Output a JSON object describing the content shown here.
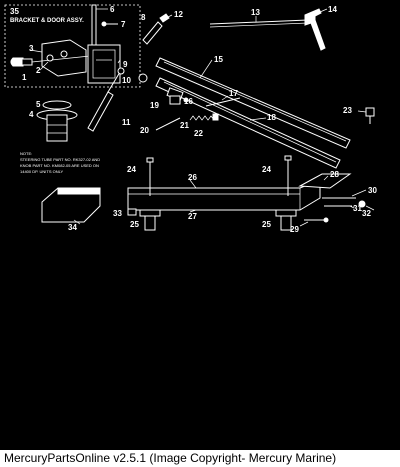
{
  "caption": "MercuryPartsOnline v2.5.1 (Image Copyright- Mercury Marine)",
  "assembly": {
    "number": "35",
    "title": "BRACKET & DOOR ASSY."
  },
  "note": {
    "line1": "NOTE:",
    "line2": "STEERING TUBE PART NO. RK327-02 AND",
    "line3": "KNOB PART NO. KM082-05 ARE USED ON",
    "line4": "14400 DP. UNITS ONLY"
  },
  "callouts": [
    "1",
    "2",
    "3",
    "4",
    "5",
    "6",
    "7",
    "8",
    "9",
    "10",
    "11",
    "12",
    "13",
    "14",
    "15",
    "16",
    "17",
    "18",
    "19",
    "20",
    "21",
    "22",
    "23",
    "24",
    "24",
    "25",
    "25",
    "26",
    "27",
    "28",
    "29",
    "30",
    "31",
    "32",
    "33",
    "34"
  ],
  "colors": {
    "background": "#000000",
    "lines": "#ffffff",
    "caption_bar": "#ffffff",
    "caption_text": "#000000"
  }
}
